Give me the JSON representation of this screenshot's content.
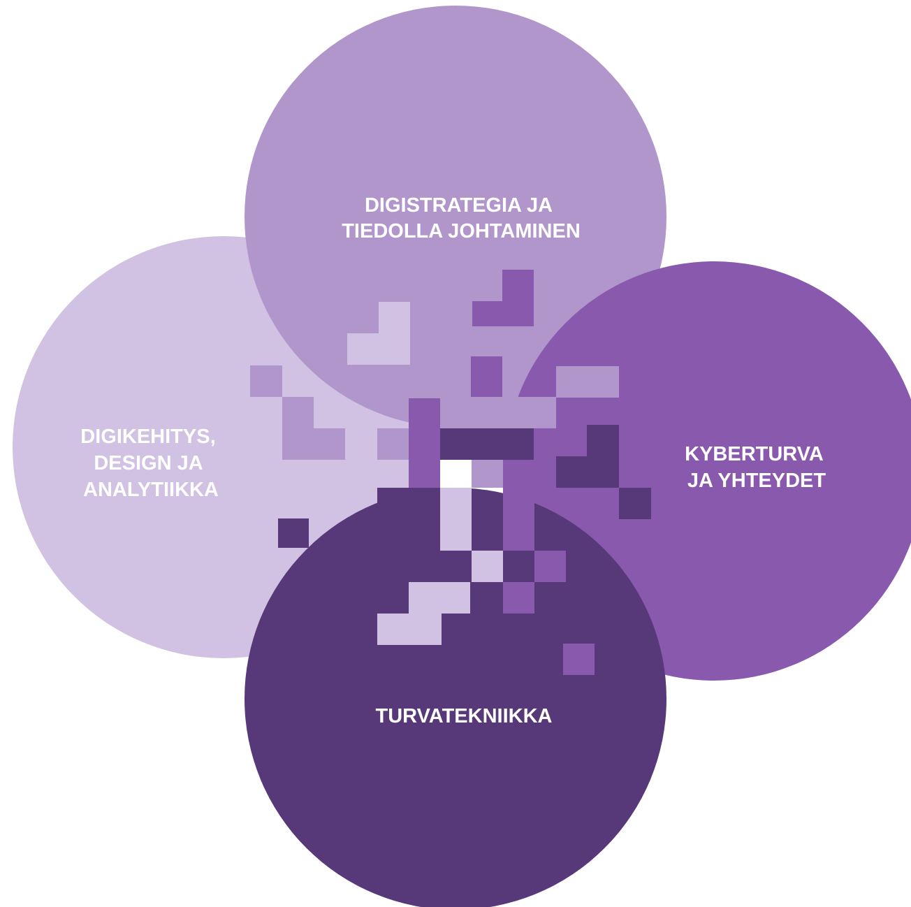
{
  "colors": {
    "lightest": "#d1c1e2",
    "light": "#b196cc",
    "medium": "#8859ad",
    "dark": "#573878",
    "background": "#ffffff"
  },
  "circles": [
    {
      "id": "left",
      "color": "lightest",
      "lines": [
        "DIGIKEHITYS,",
        "DESIGN JA",
        "ANALYTIIKKA"
      ]
    },
    {
      "id": "top",
      "color": "light",
      "lines": [
        "DIGISTRATEGIA JA",
        "TIEDOLLA JOHTAMINEN"
      ]
    },
    {
      "id": "right",
      "color": "medium",
      "lines": [
        "KYBERTURVA",
        "JA YHTEYDET"
      ]
    },
    {
      "id": "bottom",
      "color": "dark",
      "lines": [
        "TURVATEKNIIKKA"
      ]
    }
  ]
}
